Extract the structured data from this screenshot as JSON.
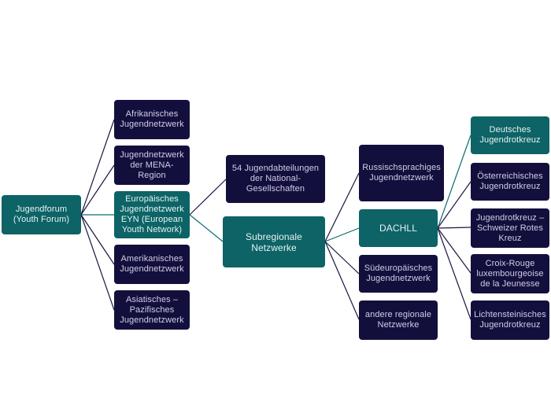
{
  "mindmap": {
    "root": "Jugendforum\n(Youth Forum)",
    "level1": {
      "afrikanisch": "Afrikanisches\nJugendnetzwerk",
      "mena": "Jugendnetzwerk\nder MENA-Region",
      "eyn": "Europäisches\nJugendnetzwerk\nEYN (European\nYouth Network)",
      "amerikanisch": "Amerikanisches\nJugendnetzwerk",
      "asiatisch": "Asiatisches –\nPazifisches\nJugendnetzwerk"
    },
    "level2": {
      "jugendabteilungen": "54 Jugendabteilungen\nder National-\nGesellschaften",
      "subregionale": "Subregionale\nNetzwerke"
    },
    "level3": {
      "russisch": "Russischsprachiges\nJugendnetzwerk",
      "dachll": "DACHLL",
      "suedeuropa": "Südeuropäisches\nJugendnetzwerk",
      "andere": "andere regionale\nNetzwerke"
    },
    "level4": {
      "deutsch": "Deutsches\nJugendrotkreuz",
      "oesterreich": "Österreichisches\nJugendrotkreuz",
      "schweiz": "Jugendrotkreuz –\nSchweizer Rotes\nKreuz",
      "luxemburg": "Croix-Rouge\nluxembourgeoise\nde la Jeunesse",
      "liechtenstein": "Lichtensteinisches\nJugendrotkreuz"
    }
  },
  "colors": {
    "dark_node": "#130f3d",
    "teal_node": "#0d6366",
    "dark_link": "#1a1540",
    "teal_link": "#0e6a6f"
  }
}
